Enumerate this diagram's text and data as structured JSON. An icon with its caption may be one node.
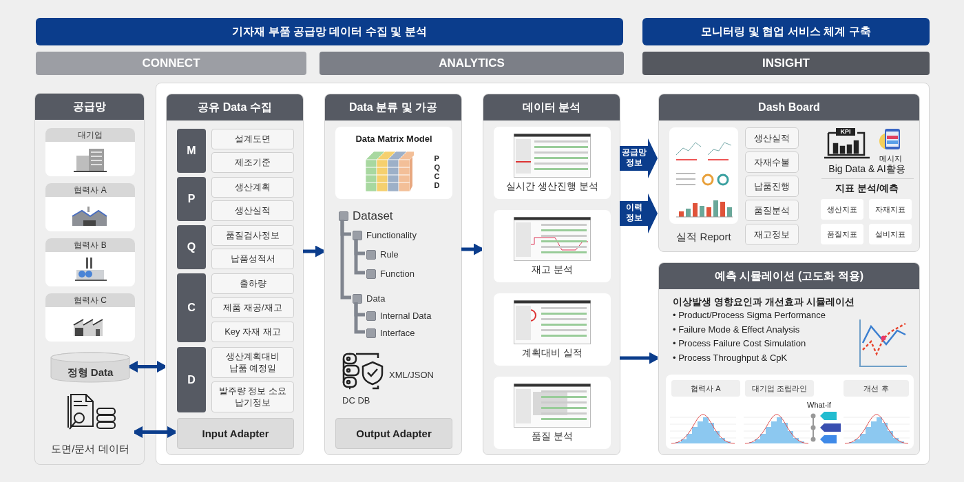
{
  "diagram": {
    "nodes": [
      {
        "text": [
          "기자재 부품 공급망 데이터 수집 및 분석"
        ]
      },
      {
        "text": [
          "모니터링 및 협업 서비스 체계 구축"
        ]
      },
      {
        "text": [
          "CONNECT"
        ]
      },
      {
        "text": [
          "ANALYTICS"
        ]
      },
      {
        "text": [
          "INSIGHT"
        ]
      },
      {
        "text": [
          "공급망"
        ]
      },
      {
        "text": [
          "대기업"
        ],
        "in": 5
      },
      {
        "text": [
          "협력사 A"
        ],
        "in": 5
      },
      {
        "text": [
          "협력사 B"
        ],
        "in": 5
      },
      {
        "text": [
          "협력사 C"
        ],
        "in": 5
      },
      {
        "text": [
          "정형 Data"
        ],
        "in": 5
      },
      {
        "text": [
          "도면/문서 데이터"
        ],
        "in": 5
      },
      {
        "text": [],
        "shape": "box"
      },
      {
        "text": [
          "공유 Data 수집"
        ],
        "in": 12
      },
      {
        "text": [
          "M"
        ],
        "in": 13
      },
      {
        "text": [
          "설계도면"
        ],
        "in": 13
      },
      {
        "text": [
          "제조기준"
        ],
        "in": 13
      },
      {
        "text": [
          "P"
        ],
        "in": 13
      },
      {
        "text": [
          "생산계획"
        ],
        "in": 13
      },
      {
        "text": [
          "생산실적"
        ],
        "in": 13
      },
      {
        "text": [
          "Q"
        ],
        "in": 13
      },
      {
        "text": [
          "품질검사정보"
        ],
        "in": 13
      },
      {
        "text": [
          "납품성적서"
        ],
        "in": 13
      },
      {
        "text": [
          "C"
        ],
        "in": 13
      },
      {
        "text": [
          "출하량"
        ],
        "in": 13
      },
      {
        "text": [
          "제품 재공/재고"
        ],
        "in": 13
      },
      {
        "text": [
          "Key 자재 재고"
        ],
        "in": 13
      },
      {
        "text": [
          "D"
        ],
        "in": 13
      },
      {
        "text": [
          "생산계획대비 납품 예정일"
        ],
        "in": 13
      },
      {
        "text": [
          "발주량 정보 소요 납기정보"
        ],
        "in": 13
      },
      {
        "text": [
          "Input Adapter"
        ],
        "in": 13
      },
      {
        "text": [
          "Data 분류 및 가공"
        ],
        "in": 12
      },
      {
        "text": [
          "Data Matrix Model",
          "P",
          "Q",
          "C",
          "D"
        ],
        "in": 31
      },
      {
        "text": [
          "Dataset"
        ],
        "in": 31
      },
      {
        "text": [
          "Functionality"
        ],
        "in": 31
      },
      {
        "text": [
          "Rule"
        ],
        "in": 31
      },
      {
        "text": [
          "Function"
        ],
        "in": 31
      },
      {
        "text": [
          "Data"
        ],
        "in": 31
      },
      {
        "text": [
          "Internal Data"
        ],
        "in": 31
      },
      {
        "text": [
          "Interface"
        ],
        "in": 31
      },
      {
        "text": [
          "XML/JSON",
          "DC DB"
        ],
        "in": 31
      },
      {
        "text": [
          "Output Adapter"
        ],
        "in": 31
      },
      {
        "text": [
          "데이터 분석"
        ],
        "in": 12
      },
      {
        "text": [
          "실시간 생산진행 분석"
        ],
        "in": 42
      },
      {
        "text": [
          "재고 분석"
        ],
        "in": 42
      },
      {
        "text": [
          "계획대비 실적"
        ],
        "in": 42
      },
      {
        "text": [
          "품질 분석"
        ],
        "in": 42
      },
      {
        "text": [
          "Dash Board",
          "KPI",
          "메시지",
          "Big Data & AI활용",
          "지표 분석/예측"
        ],
        "in": 12
      },
      {
        "text": [
          "실적 Report"
        ],
        "in": 47
      },
      {
        "text": [
          "생산실적"
        ],
        "in": 47
      },
      {
        "text": [
          "자재수불"
        ],
        "in": 47
      },
      {
        "text": [
          "납품진행"
        ],
        "in": 47
      },
      {
        "text": [
          "품질분석"
        ],
        "in": 47
      },
      {
        "text": [
          "재고정보"
        ],
        "in": 47
      },
      {
        "text": [
          "생산지표"
        ],
        "in": 47
      },
      {
        "text": [
          "자재지표"
        ],
        "in": 47
      },
      {
        "text": [
          "품질지표"
        ],
        "in": 47
      },
      {
        "text": [
          "설비지표"
        ],
        "in": 47
      },
      {
        "text": [
          "예측 시뮬레이션 (고도화 적용)",
          "이상발생 영향요인과 개선효과 시뮬레이션",
          "• Product/Process Sigma Performance",
          "• Failure Mode & Effect Analysis",
          "• Process Failure Cost Simulation",
          "• Process Throughput & CpK"
        ],
        "in": 12
      },
      {
        "text": [
          "What-if"
        ],
        "in": 58
      },
      {
        "text": [
          "협력사 A"
        ],
        "in": 59
      },
      {
        "text": [
          "대기업 조립라인"
        ],
        "in": 59
      },
      {
        "text": [
          "개선 후"
        ],
        "in": 59
      }
    ],
    "edges": [
      {
        "from": 10,
        "to": 13,
        "arrow": "both",
        "color": "#0b3d8c"
      },
      {
        "from": 11,
        "to": 30,
        "arrow": "both",
        "color": "#0b3d8c"
      },
      {
        "from": 13,
        "to": 31,
        "arrow": "to",
        "color": "#0b3d8c"
      },
      {
        "from": 31,
        "to": 42,
        "arrow": "to",
        "color": "#0b3d8c"
      },
      {
        "from": 42,
        "to": 47,
        "arrow": "to",
        "label": "공급망 정보",
        "style": "thick"
      },
      {
        "from": 42,
        "to": 47,
        "arrow": "to",
        "label": "이력 정보",
        "style": "thick"
      },
      {
        "from": 42,
        "to": 58,
        "arrow": "to",
        "color": "#0b3d8c"
      },
      {
        "from": 33,
        "to": 34,
        "arrow": "none",
        "color": "#80858f"
      },
      {
        "from": 34,
        "to": 35,
        "arrow": "none",
        "color": "#80858f"
      },
      {
        "from": 34,
        "to": 36,
        "arrow": "none",
        "color": "#80858f"
      },
      {
        "from": 33,
        "to": 37,
        "arrow": "none",
        "color": "#80858f"
      },
      {
        "from": 37,
        "to": 38,
        "arrow": "none",
        "color": "#80858f"
      },
      {
        "from": 37,
        "to": 39,
        "arrow": "none",
        "color": "#80858f"
      }
    ]
  }
}
